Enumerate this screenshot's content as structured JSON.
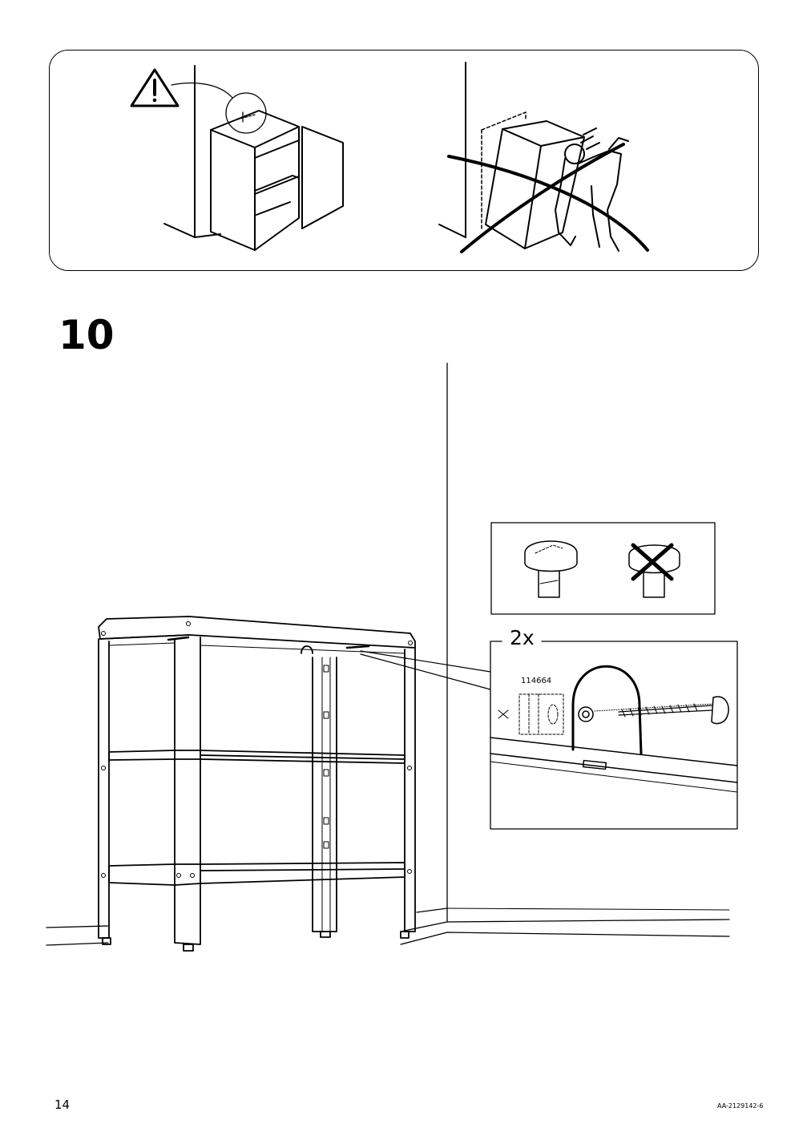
{
  "step": {
    "number": "10"
  },
  "detail": {
    "quantity": "2x",
    "part_number": "114664"
  },
  "footer": {
    "page_number": "14",
    "document_code": "AA-2129142-6"
  },
  "illustrations": {
    "warning": "wall-anchor-warning",
    "assembly": "shelf-unit-against-wall",
    "detail_ok": "cam-lock-correct",
    "detail_wrong": "cam-lock-incorrect"
  }
}
